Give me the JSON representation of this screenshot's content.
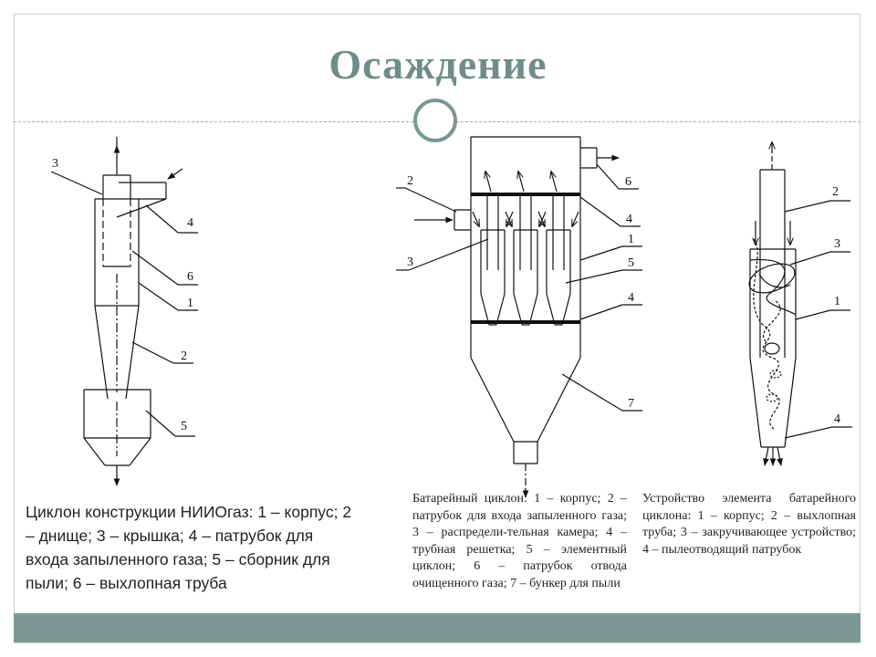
{
  "title": "Осаждение",
  "diagram1": {
    "labels": [
      "3",
      "4",
      "6",
      "1",
      "2",
      "5"
    ],
    "caption": "Циклон конструкции НИИОгаз: 1 – корпус; 2 – днище; 3 – крышка; 4 – патрубок для входа запыленного газа; 5 – сборник для пыли; 6 – выхлопная труба"
  },
  "diagram2": {
    "labels": [
      "2",
      "3",
      "6",
      "4",
      "1",
      "5",
      "4",
      "7"
    ],
    "caption": "Батарейный циклон: 1 – корпус; 2 – патрубок для входа запыленного газа; 3 – распредели-тельная камера; 4 – трубная решетка; 5 – элементный циклон; 6 – патрубок отвода очищенного газа; 7 – бункер для пыли"
  },
  "diagram3": {
    "labels": [
      "2",
      "3",
      "1",
      "4"
    ],
    "caption": "Устройство элемента батарейного циклона: 1 – корпус; 2 – выхлопная труба; 3 – закручивающее устройство; 4 – пылеотводящий патрубок"
  },
  "colors": {
    "title": "#708c89",
    "accent": "#7a9793",
    "line": "#111111"
  }
}
